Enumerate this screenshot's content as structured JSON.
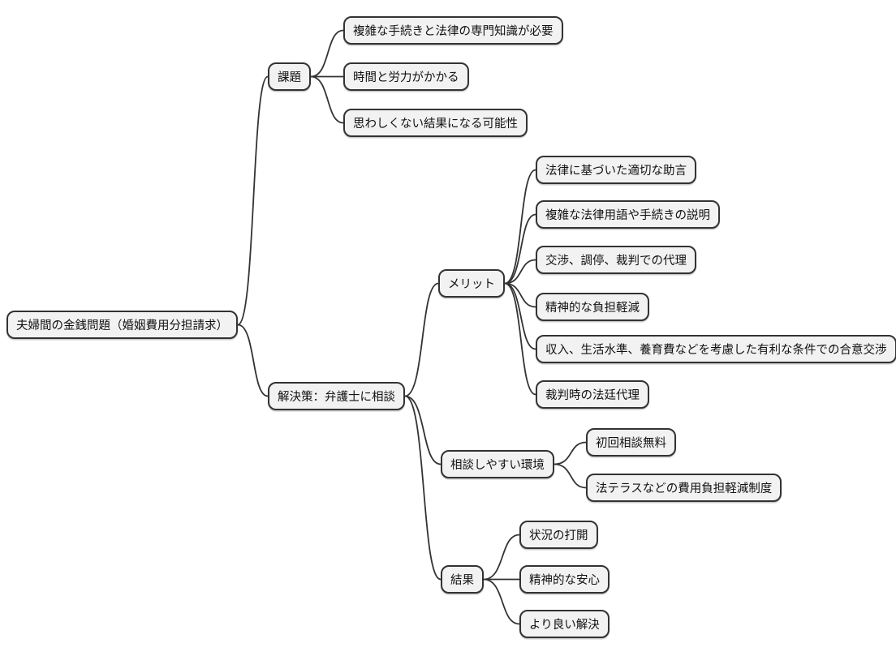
{
  "diagram": {
    "type": "mindmap",
    "colors": {
      "background": "#ffffff",
      "node_fill": "#f2f2f2",
      "node_border": "#333333",
      "edge": "#333333",
      "text": "#111111"
    },
    "nodes": {
      "root": {
        "label": "夫婦間の金銭問題（婚姻費用分担請求）"
      },
      "kadai": {
        "label": "課題"
      },
      "k1": {
        "label": "複雑な手続きと法律の専門知識が必要"
      },
      "k2": {
        "label": "時間と労力がかかる"
      },
      "k3": {
        "label": "思わしくない結果になる可能性"
      },
      "kaiketsu": {
        "label": "解決策：弁護士に相談"
      },
      "merit": {
        "label": "メリット"
      },
      "m1": {
        "label": "法律に基づいた適切な助言"
      },
      "m2": {
        "label": "複雑な法律用語や手続きの説明"
      },
      "m3": {
        "label": "交渉、調停、裁判での代理"
      },
      "m4": {
        "label": "精神的な負担軽減"
      },
      "m5": {
        "label": "収入、生活水準、養育費などを考慮した有利な条件での合意交渉"
      },
      "m6": {
        "label": "裁判時の法廷代理"
      },
      "soudan": {
        "label": "相談しやすい環境"
      },
      "s1": {
        "label": "初回相談無料"
      },
      "s2": {
        "label": "法テラスなどの費用負担軽減制度"
      },
      "kekka": {
        "label": "結果"
      },
      "r1": {
        "label": "状況の打開"
      },
      "r2": {
        "label": "精神的な安心"
      },
      "r3": {
        "label": "より良い解決"
      }
    },
    "edges": [
      [
        "root",
        "kadai"
      ],
      [
        "root",
        "kaiketsu"
      ],
      [
        "kadai",
        "k1"
      ],
      [
        "kadai",
        "k2"
      ],
      [
        "kadai",
        "k3"
      ],
      [
        "kaiketsu",
        "merit"
      ],
      [
        "kaiketsu",
        "soudan"
      ],
      [
        "kaiketsu",
        "kekka"
      ],
      [
        "merit",
        "m1"
      ],
      [
        "merit",
        "m2"
      ],
      [
        "merit",
        "m3"
      ],
      [
        "merit",
        "m4"
      ],
      [
        "merit",
        "m5"
      ],
      [
        "merit",
        "m6"
      ],
      [
        "soudan",
        "s1"
      ],
      [
        "soudan",
        "s2"
      ],
      [
        "kekka",
        "r1"
      ],
      [
        "kekka",
        "r2"
      ],
      [
        "kekka",
        "r3"
      ]
    ]
  }
}
